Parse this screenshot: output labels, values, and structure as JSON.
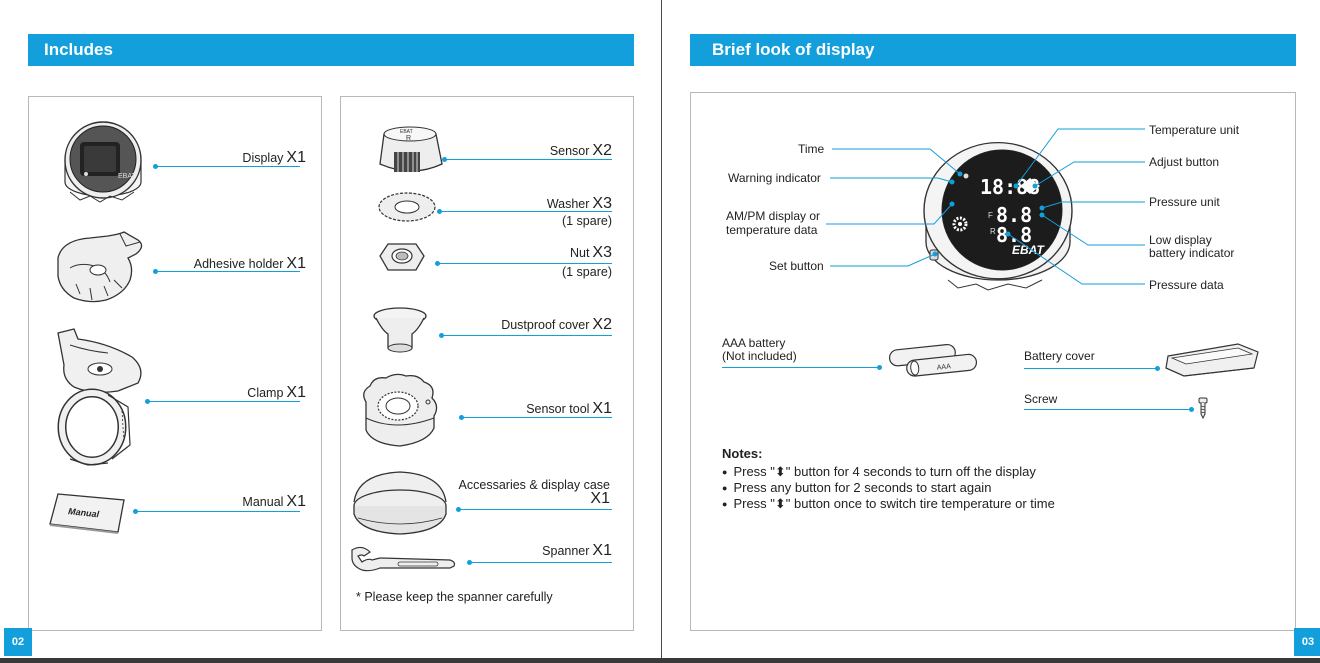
{
  "left_page": {
    "header": "Includes",
    "page_number": "02",
    "items_left": [
      {
        "label": "Display",
        "qty": "X1"
      },
      {
        "label": "Adhesive holder",
        "qty": "X1"
      },
      {
        "label": "Clamp",
        "qty": "X1"
      },
      {
        "label": "Manual",
        "qty": "X1"
      }
    ],
    "items_right": [
      {
        "label": "Sensor",
        "qty": "X2",
        "sub": ""
      },
      {
        "label": "Washer",
        "qty": "X3",
        "sub": "(1 spare)"
      },
      {
        "label": "Nut",
        "qty": "X3",
        "sub": "(1 spare)"
      },
      {
        "label": "Dustproof cover",
        "qty": "X2",
        "sub": ""
      },
      {
        "label": "Sensor tool",
        "qty": "X1",
        "sub": ""
      },
      {
        "label": "Accessaries & display case",
        "qty": "X1",
        "sub": ""
      },
      {
        "label": "Spanner",
        "qty": "X1",
        "sub": ""
      }
    ],
    "footnote": "* Please keep the spanner carefully",
    "manual_text": "Manual",
    "sensor_brand": "EBAT",
    "sensor_letter": "R"
  },
  "right_page": {
    "header": "Brief look of display",
    "page_number": "03",
    "callouts_left": {
      "time": "Time",
      "warning": "Warning indicator",
      "ampm_line1": "AM/PM display or",
      "ampm_line2": "temperature data",
      "set": "Set button"
    },
    "callouts_right": {
      "temp_unit": "Temperature unit",
      "adjust": "Adjust button",
      "pressure_unit": "Pressure unit",
      "low_batt_line1": "Low display",
      "low_batt_line2": "battery indicator",
      "pressure_data": "Pressure data"
    },
    "display_brand": "EBAT",
    "display_digits": {
      "time": "18:88",
      "front": "8.8",
      "rear": "8.8",
      "front_letter": "F",
      "rear_letter": "R"
    },
    "battery_line1": "AAA battery",
    "battery_line2": "(Not included)",
    "battery_text": "AAA",
    "battery_cover": "Battery cover",
    "screw": "Screw",
    "notes_title": "Notes:",
    "notes": [
      "Press \"⬍\" button for 4 seconds to turn off the display",
      "Press any button for 2 seconds to start again",
      "Press \"⬍\" button once to switch tire temperature or time"
    ],
    "bullet": "●"
  },
  "colors": {
    "accent": "#129fdb",
    "border": "#b8b8b8",
    "text": "#222222"
  }
}
